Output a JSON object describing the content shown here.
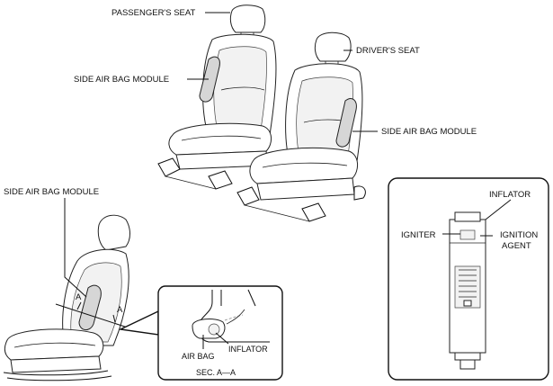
{
  "labels": {
    "passengers_seat": "PASSENGER'S SEAT",
    "drivers_seat": "DRIVER'S SEAT",
    "side_air_bag_module_left": "SIDE AIR BAG MODULE",
    "side_air_bag_module_right": "SIDE AIR BAG MODULE",
    "side_air_bag_module_bottom": "SIDE AIR BAG MODULE",
    "section_marker_a_left": "A",
    "section_marker_a_right": "A",
    "air_bag": "AIR BAG",
    "inflator_section": "INFLATOR",
    "section_caption": "SEC. A—A",
    "inflator_detail": "INFLATOR",
    "igniter": "IGNITER",
    "ignition_agent_line1": "IGNITION",
    "ignition_agent_line2": "AGENT"
  }
}
